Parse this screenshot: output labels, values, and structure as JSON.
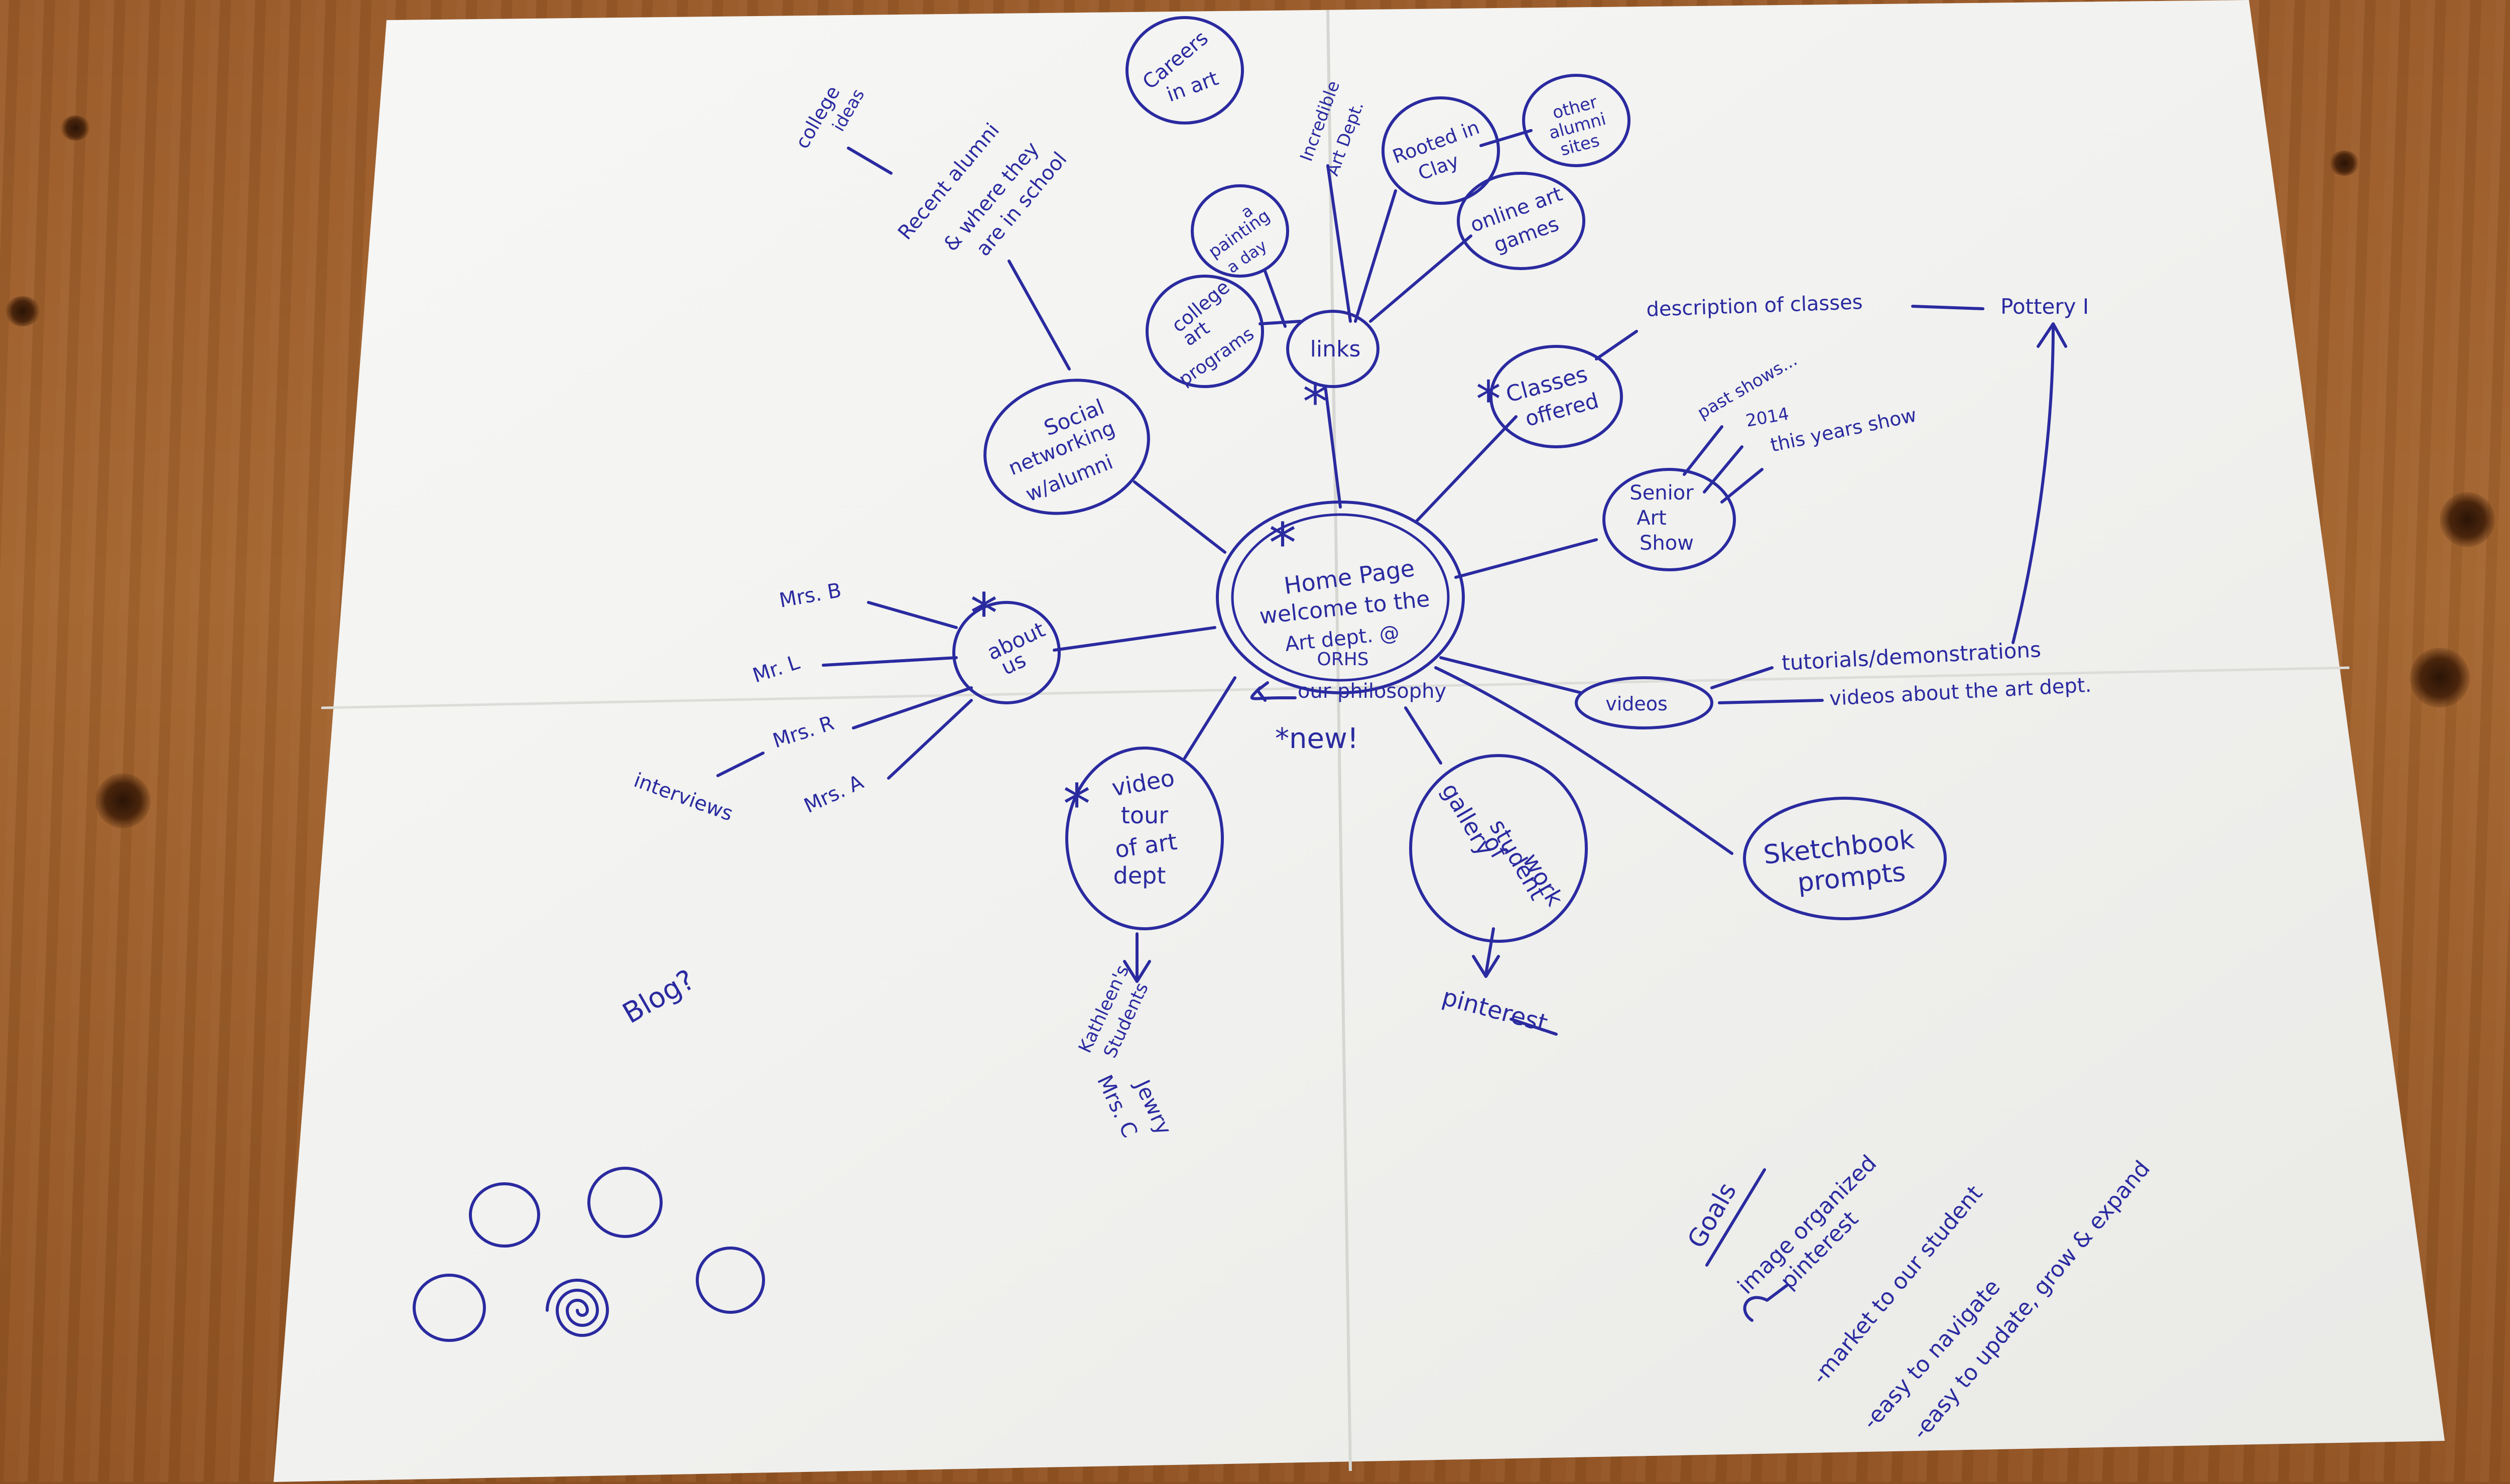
{
  "colors": {
    "ink": "#2a2aa0",
    "paper": "#f4f4f2",
    "table": "#9a5a28"
  },
  "center": {
    "line1": "Home Page",
    "line2": "welcome to the",
    "line3": "Art dept. @",
    "line4": "ORHS",
    "star": "*"
  },
  "philosophy": "our philosophy",
  "new_note": "*new!",
  "nodes": {
    "careers": {
      "line1": "Careers",
      "line2": "in art"
    },
    "social": {
      "line1": "Social",
      "line2": "networking",
      "line3": "w/alumni"
    },
    "links": {
      "label": "links",
      "star": "*"
    },
    "painting_a_day": {
      "line1": "a",
      "line2": "painting",
      "line3": "a day"
    },
    "college_programs": {
      "line1": "college",
      "line2": "art",
      "line3": "programs"
    },
    "rooted_in_clay": {
      "line1": "Rooted in",
      "line2": "Clay"
    },
    "other_alumni": {
      "line1": "other",
      "line2": "alumni",
      "line3": "sites"
    },
    "online_games": {
      "line1": "online art",
      "line2": "games"
    },
    "classes": {
      "line1": "Classes",
      "line2": "offered",
      "star": "*"
    },
    "senior_show": {
      "line1": "Senior",
      "line2": "Art",
      "line3": "Show"
    },
    "about": {
      "line1": "about",
      "line2": "us",
      "star": "*"
    },
    "video_tour": {
      "line1": "video",
      "line2": "tour",
      "line3": "of art",
      "line4": "dept",
      "star": "*"
    },
    "gallery": {
      "line1": "gallery",
      "line2": "of",
      "line3": "student",
      "line4": "work"
    },
    "videos": {
      "label": "videos"
    },
    "sketchbook": {
      "line1": "Sketchbook",
      "line2": "prompts"
    }
  },
  "labels": {
    "college_ideas": {
      "line1": "college",
      "line2": "ideas"
    },
    "recent_alumni": {
      "line1": "Recent alumni",
      "line2": "& where they",
      "line3": "are in school"
    },
    "incredible_art": {
      "line1": "Incredible",
      "line2": "Art Dept."
    },
    "description": "description of classes",
    "pottery": "Pottery I",
    "past_shows": "past shows...",
    "year_2014": "2014",
    "this_year": "this years show",
    "tutorials": "tutorials/demonstrations",
    "videos_about": "videos about the art dept.",
    "mrs_b": "Mrs. B",
    "mr_l": "Mr. L",
    "mrs_r": "Mrs. R",
    "mrs_a": "Mrs. A",
    "interviews": "interviews",
    "kathleen": {
      "line1": "Kathleen's",
      "line2": "Students"
    },
    "mrs_c": {
      "line1": "Mrs. C",
      "line2": "Jewry"
    },
    "pinterest": "pinterest",
    "blog": "Blog?"
  },
  "goals": {
    "title": "Goals",
    "items": [
      "image organized",
      "pinterest",
      "-market to our student",
      "-easy to navigate",
      "-easy to update, grow & expand"
    ]
  }
}
